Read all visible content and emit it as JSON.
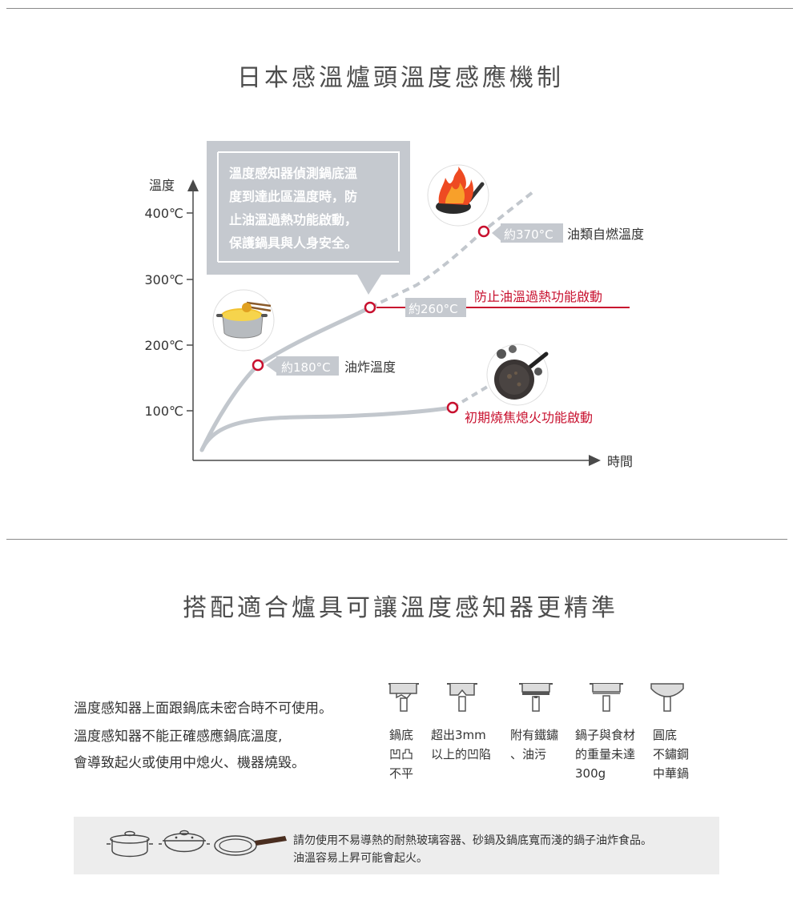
{
  "section1": {
    "title": "日本感溫爐頭溫度感應機制",
    "y_axis_label": "溫度",
    "x_axis_label": "時間",
    "y_ticks": [
      "400℃",
      "300℃",
      "200℃",
      "100℃"
    ],
    "callout_lines": [
      "溫度感知器偵測鍋底溫",
      "度到達此區溫度時，防",
      "止油溫過熱功能啟動，",
      "保護鍋具與人身安全。"
    ],
    "markers": {
      "p180": {
        "value": "約180°C",
        "label": "油炸溫度"
      },
      "p260": {
        "value": "約260°C",
        "label": "防止油溫過熱功能啟動"
      },
      "p370": {
        "value": "約370°C",
        "label": "油類自燃溫度"
      },
      "low": {
        "label": "初期燒焦熄火功能啟動"
      }
    },
    "icons": [
      "fried-food-pot-icon",
      "flaming-pan-icon",
      "burnt-pan-icon"
    ],
    "colors": {
      "accent_red": "#c8102e",
      "curve_gray": "#c2c7cd",
      "callout_gray": "#c5c9cf"
    }
  },
  "section2": {
    "title": "搭配適合爐具可讓溫度感知器更精準",
    "notes": [
      "溫度感知器上面跟鍋底未密合時不可使用。",
      "溫度感知器不能正確感應鍋底溫度,",
      "會導致起火或使用中熄火、機器燒毀。"
    ],
    "items": [
      {
        "lines": [
          "鍋底",
          "凹凸",
          "不平"
        ],
        "icon": "uneven-bottom-icon"
      },
      {
        "lines": [
          "超出3mm",
          "以上的凹陷"
        ],
        "icon": "dent-bottom-icon"
      },
      {
        "lines": [
          "附有鐵鏽",
          "、油污"
        ],
        "icon": "rust-bottom-icon"
      },
      {
        "lines": [
          "鍋子與食材",
          "的重量未達",
          "300g"
        ],
        "icon": "light-weight-icon"
      },
      {
        "lines": [
          "圓底",
          "不鏽鋼",
          "中華鍋"
        ],
        "icon": "round-wok-icon"
      }
    ],
    "bottom_lines": [
      "請勿使用不易導熱的耐熱玻璃容器、砂鍋及鍋底寬而淺的鍋子油炸食品。",
      "油溫容易上昇可能會起火。"
    ],
    "bottom_icons": [
      "glass-pot-icon",
      "clay-pot-icon",
      "shallow-pan-icon"
    ]
  }
}
